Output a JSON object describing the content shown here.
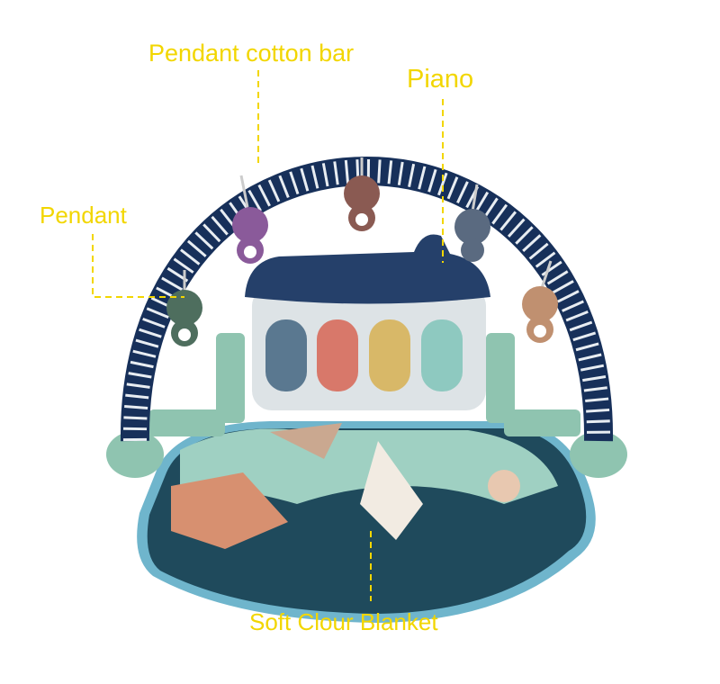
{
  "labels": {
    "cotton_bar": "Pendant cotton bar",
    "piano": "Piano",
    "pendant": "Pendant",
    "blanket": "Soft Clour Blanket"
  },
  "colors": {
    "label": "#f2d600",
    "arch": "#17305a",
    "base": "#8fc4b0",
    "mat": "#1f4a5c",
    "keys": [
      "#5a7890",
      "#d8786a",
      "#d8b868",
      "#8ec9c0"
    ]
  }
}
